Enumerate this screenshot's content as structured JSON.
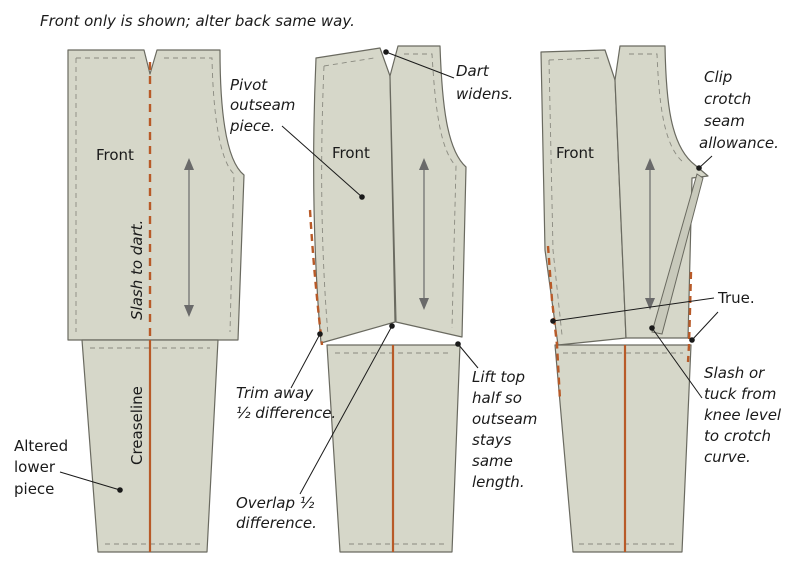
{
  "caption": "Front only is shown; alter back same way.",
  "panel_1": {
    "front_label": "Front",
    "slash_label": "Slash to dart.",
    "creaseline_label": "Creaseline",
    "altered_label": [
      "Altered",
      "lower",
      "piece"
    ]
  },
  "panel_2": {
    "front_label": "Front",
    "pivot_label": [
      "Pivot",
      "outseam",
      "piece."
    ],
    "dart_label": [
      "Dart",
      "widens."
    ],
    "trim_label": [
      "Trim away",
      "½ difference."
    ],
    "overlap_label": [
      "Overlap ½",
      "difference."
    ],
    "lift_label": [
      "Lift top",
      "half so",
      "outseam",
      "stays",
      "same",
      "length."
    ]
  },
  "panel_3": {
    "front_label": "Front",
    "clip_label": [
      "Clip",
      "crotch",
      "seam",
      "allowance."
    ],
    "true_label": "True.",
    "slash_label": [
      "Slash or",
      "tuck from",
      "knee level",
      "to crotch",
      "curve."
    ]
  },
  "colors": {
    "fabric": "#d6d7c9",
    "outline": "#6a6a60",
    "creaseline": "#b85a28"
  }
}
